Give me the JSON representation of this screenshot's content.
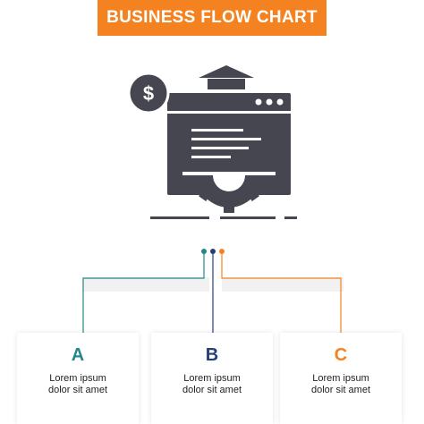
{
  "title": "BUSINESS FLOW CHART",
  "colors": {
    "orange": "#f58220",
    "teal": "#24888b",
    "navy": "#243f7a",
    "icon": "#464650",
    "light_gray": "#e8e8e8"
  },
  "icon": {
    "name": "web-financial-settings-icon",
    "dollar_symbol": "$"
  },
  "cards": [
    {
      "letter": "A",
      "line1": "Lorem ipsum",
      "line2": "dolor sit amet"
    },
    {
      "letter": "B",
      "line1": "Lorem ipsum",
      "line2": "dolor sit amet"
    },
    {
      "letter": "C",
      "line1": "Lorem ipsum",
      "line2": "dolor sit amet"
    }
  ]
}
